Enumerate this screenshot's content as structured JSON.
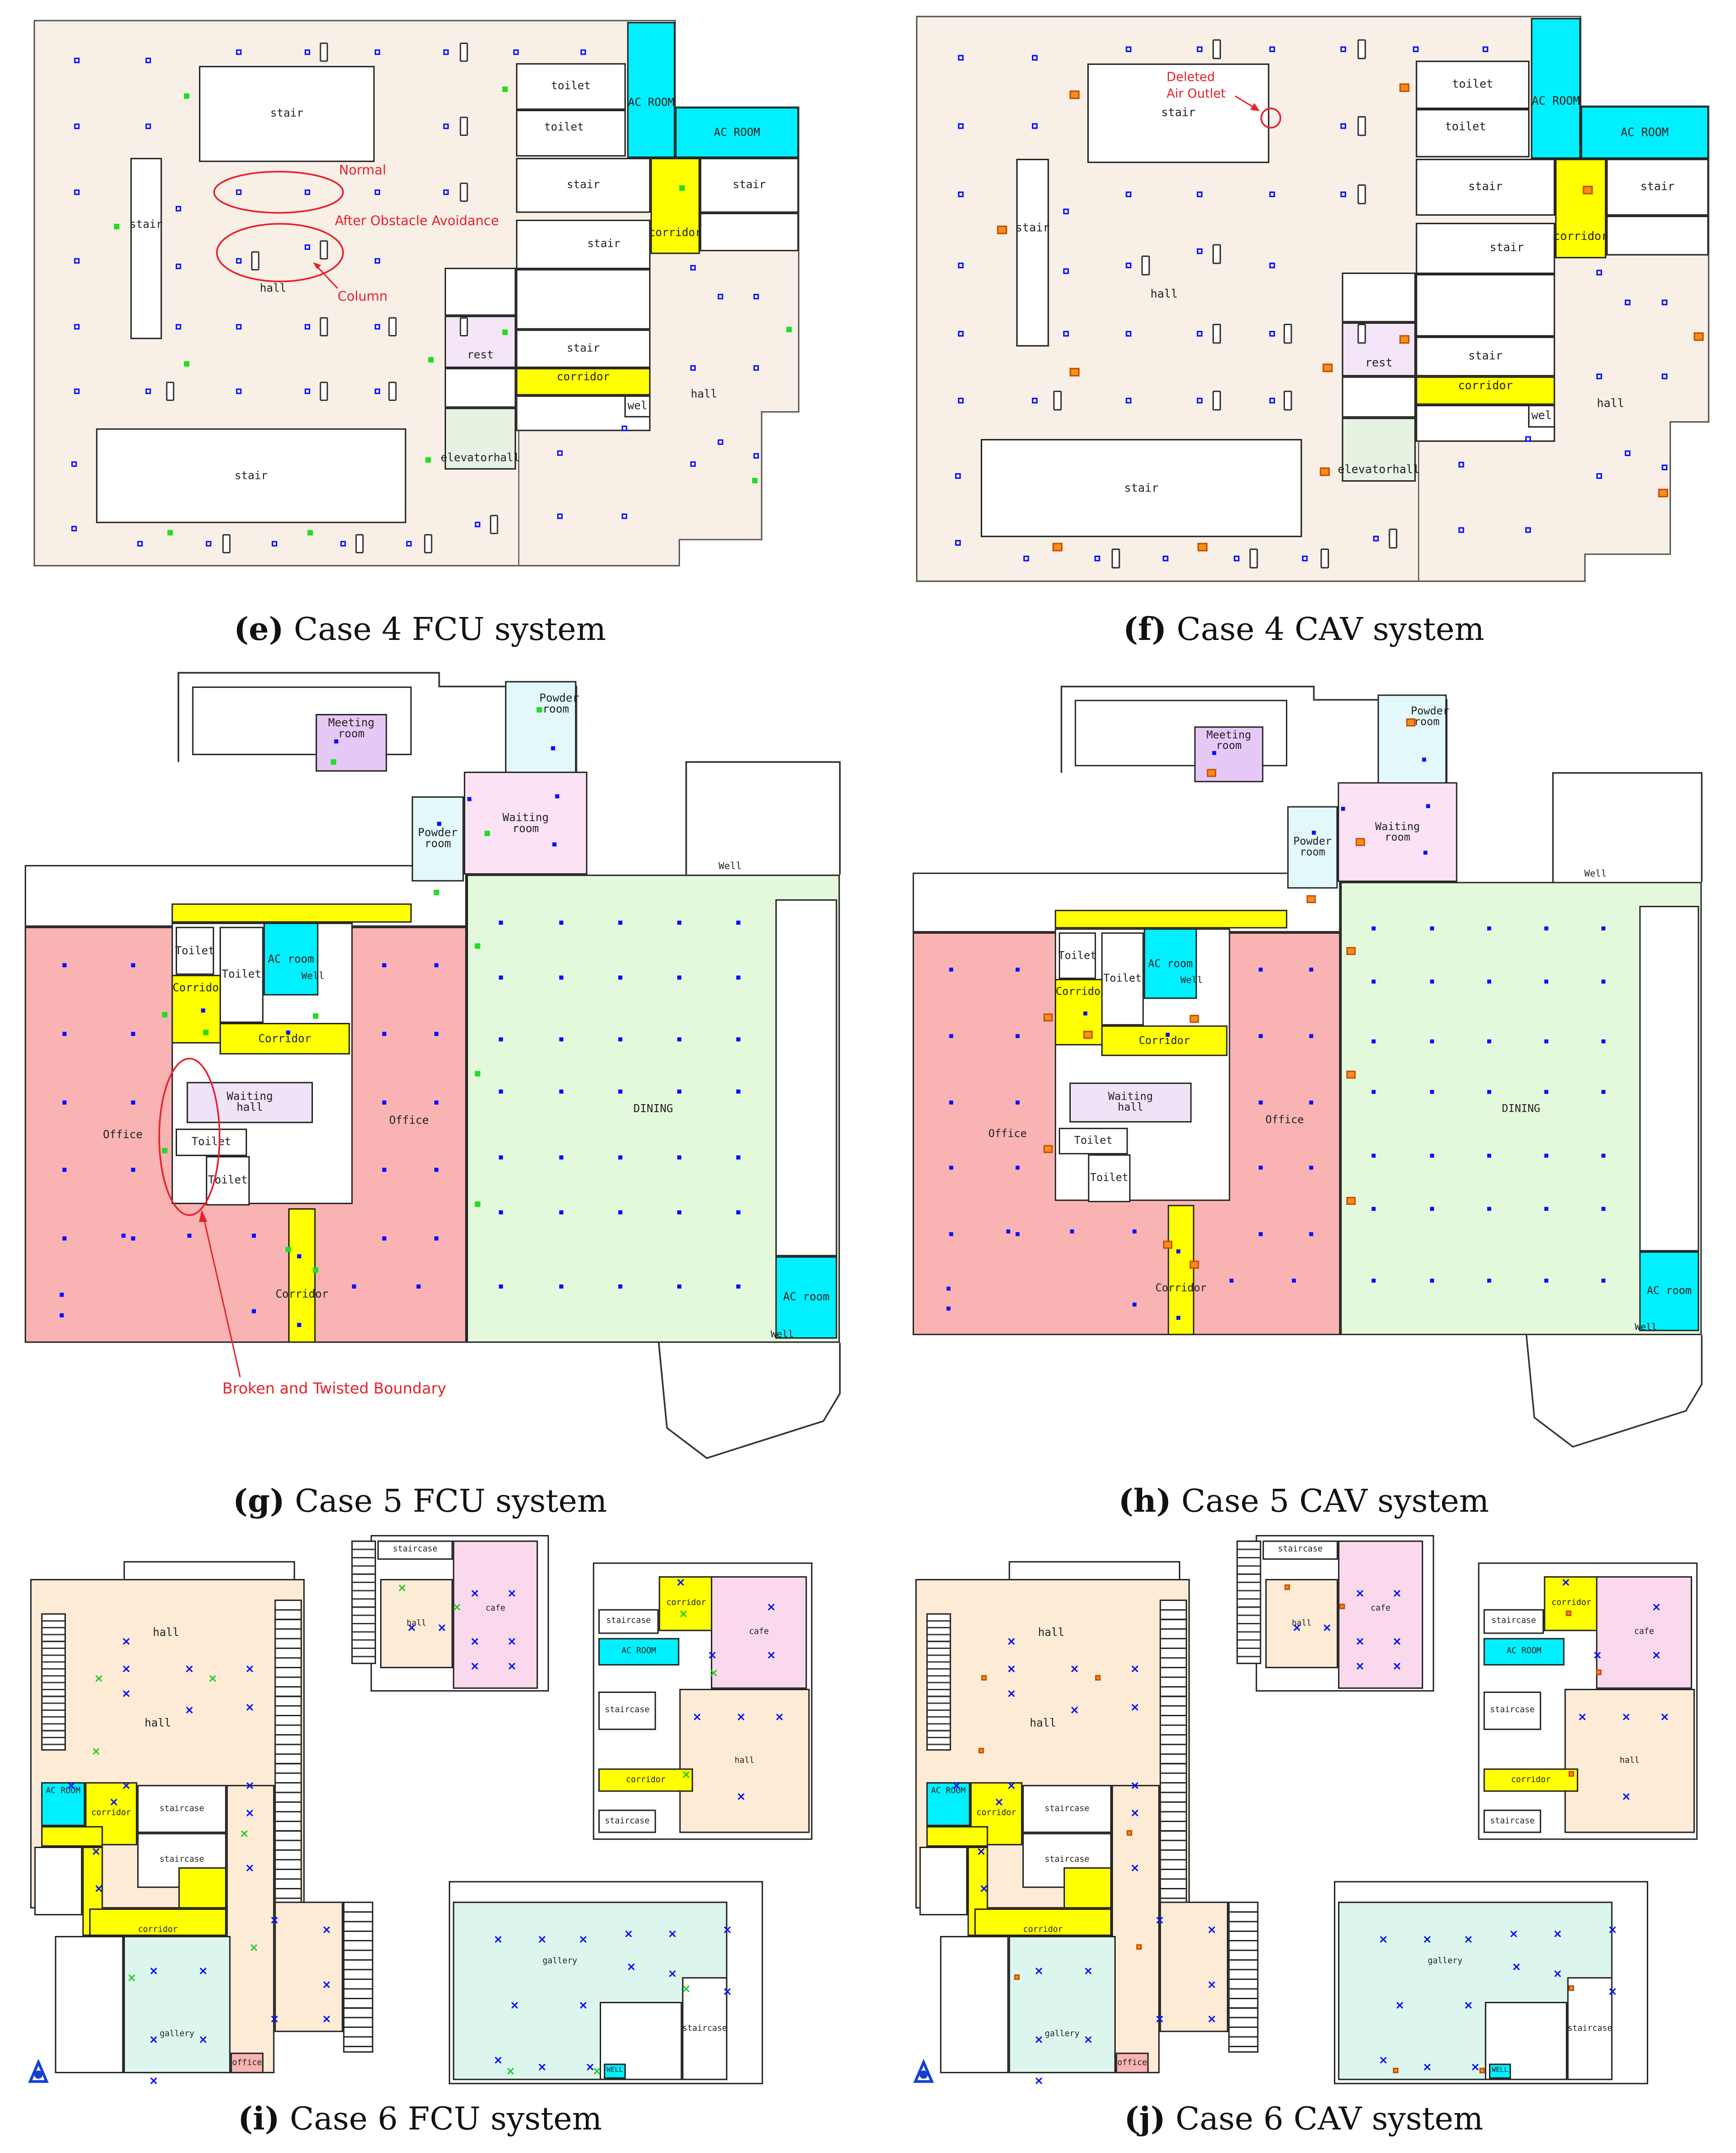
{
  "captions": [
    {
      "letter": "(e)",
      "text": " Case 4 FCU system"
    },
    {
      "letter": "(f)",
      "text": " Case 4 CAV system"
    },
    {
      "letter": "(g)",
      "text": " Case 5 FCU system"
    },
    {
      "letter": "(h)",
      "text": " Case 5 CAV system"
    },
    {
      "letter": "(i)",
      "text": " Case 6 FCU system"
    },
    {
      "letter": "(j)",
      "text": " Case 6 CAV system"
    }
  ],
  "case4": {
    "rooms": [
      "stair",
      "stair",
      "stair",
      "toilet",
      "toilet",
      "AC ROOM",
      "AC ROOM",
      "corridor",
      "stair",
      "stair",
      "stair",
      "stair",
      "corridor",
      "rest",
      "elevatorhall",
      "hall",
      "hall",
      "wel"
    ]
  },
  "case5": {
    "rooms": [
      "Office",
      "Office",
      "DINING",
      "AC room",
      "Corridor",
      "Corridor",
      "Corridor",
      "Toilet",
      "Toilet",
      "Waiting hall",
      "Toilet",
      "Toilet",
      "AC room",
      "Well",
      "Meeting room",
      "Powder room",
      "Waiting room",
      "Powder room",
      "Well",
      "Well"
    ]
  },
  "case6": {
    "rooms": [
      "hall",
      "hall",
      "AC ROOM",
      "corridor",
      "staircase",
      "staircase",
      "corridor",
      "gallery",
      "office",
      "staircase",
      "hall",
      "cafe",
      "corridor",
      "staircase",
      "AC ROOM",
      "cafe",
      "staircase",
      "hall",
      "corridor",
      "staircase",
      "gallery",
      "staircase",
      "WELL"
    ]
  },
  "annotations": {
    "normal": "Normal",
    "after_obstacle": "After Obstacle Avoidance",
    "column": "Column",
    "deleted_line1": "Deleted",
    "deleted_line2": "Air Outlet",
    "broken": "Broken and Twisted Boundary"
  },
  "legend_colors": {
    "fcu_outlet": "#0010ff",
    "fcu_return": "#22dd22",
    "cav_outlet": "#ff8c1a",
    "annotation": "#e8202a",
    "ac_room": "#00f0ff",
    "corridor": "#ffff00"
  }
}
